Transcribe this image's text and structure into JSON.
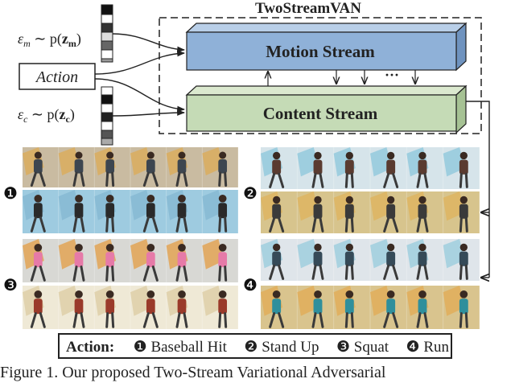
{
  "diagram": {
    "title": "TwoStreamVAN",
    "motion_stream_label": "Motion Stream",
    "content_stream_label": "Content Stream",
    "action_label": "Action",
    "ellipsis": "···",
    "motion_noise": {
      "lhs": "ε",
      "sub": "m",
      "rel": " ∼ p(",
      "z": "z",
      "zsub": "m",
      "close": ")"
    },
    "content_noise": {
      "lhs": "ε",
      "sub": "c",
      "rel": " ∼ p(",
      "z": "z",
      "zsub": "c",
      "close": ")"
    },
    "colors": {
      "motion_fill": "#8fb1d8",
      "motion_top": "#b9cfe8",
      "motion_side": "#6f93bf",
      "content_fill": "#c5dbb6",
      "content_top": "#dbe9cf",
      "content_side": "#a6c294",
      "stroke": "#222222"
    }
  },
  "samples": [
    {
      "id": "1",
      "marker": "❶"
    },
    {
      "id": "2",
      "marker": "❷"
    },
    {
      "id": "3",
      "marker": "❸"
    },
    {
      "id": "4",
      "marker": "❹"
    }
  ],
  "legend": {
    "title": "Action:",
    "items": [
      {
        "marker": "❶",
        "label": "Baseball Hit"
      },
      {
        "marker": "❷",
        "label": "Stand Up"
      },
      {
        "marker": "❸",
        "label": "Squat"
      },
      {
        "marker": "❹",
        "label": "Run"
      }
    ]
  },
  "caption": {
    "text": "Figure 1.   Our proposed Two-Stream Variational Adversarial"
  }
}
